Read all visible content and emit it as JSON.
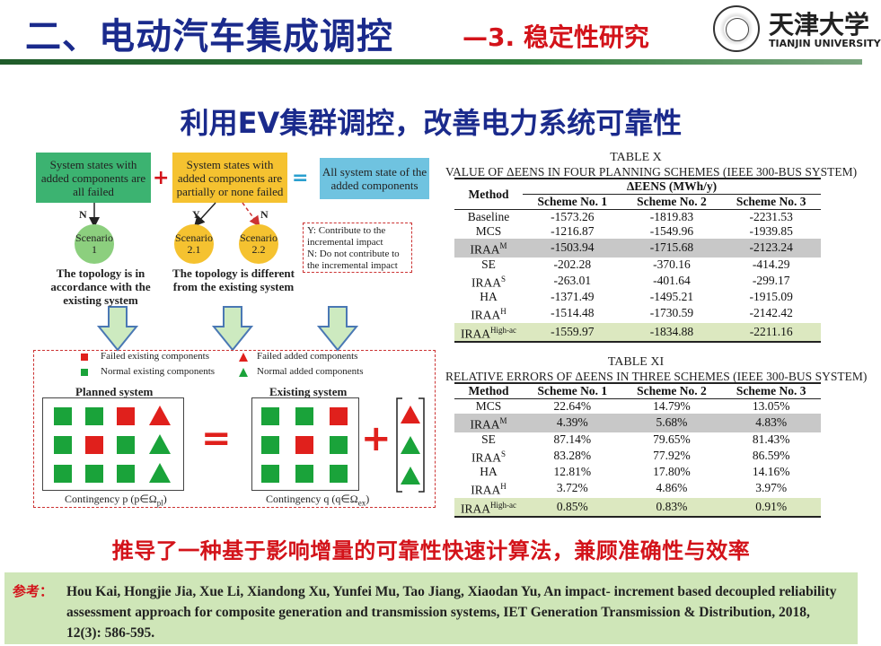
{
  "header": {
    "title_main": "二、电动汽车集成调控",
    "title_sub": "—3. 稳定性研究",
    "logo_cn": "天津大学",
    "logo_en": "TIANJIN UNIVERSITY"
  },
  "subtitle": "利用EV集群调控，改善电力系统可靠性",
  "diagram": {
    "box_failed": "System states with added components are all failed",
    "box_partial": "System states with added components are partially or none failed",
    "box_all": "All system state of the added components",
    "plus": "+",
    "equals": "=",
    "label_n1": "N",
    "label_y": "Y",
    "label_n2": "N",
    "scenario1": "Scenario 1",
    "scenario21": "Scenario 2.1",
    "scenario22": "Scenario 2.2",
    "topo_same": "The topology is in accordance with the existing system",
    "topo_diff": "The topology is different from the existing system",
    "legend_y": "Y: Contribute to the incremental impact",
    "legend_n": "N: Do not contribute to the incremental impact",
    "leg_failed_existing": "Failed existing components",
    "leg_failed_added": "Failed added components",
    "leg_normal_existing": "Normal existing components",
    "leg_normal_added": "Normal added components",
    "planned_system": "Planned system",
    "existing_system": "Existing system",
    "contingency_p": "Contingency p (p∈Ω",
    "contingency_p_sub": "pl",
    "contingency_q": "Contingency q (q∈Ω",
    "contingency_q_sub": "ex",
    "paren": ")",
    "eq_big": "=",
    "plus_big": "+"
  },
  "colors": {
    "green": "#1aa33a",
    "red": "#e0201c",
    "title_blue": "#1a2a8c",
    "accent_red": "#d3131a"
  },
  "table1": {
    "caption": "TABLE X",
    "title": "VALUE OF ΔEENS IN FOUR PLANNING SCHEMES (IEEE 300-BUS SYSTEM)",
    "col_method": "Method",
    "col_group": "ΔEENS (MWh/y)",
    "cols": [
      "Scheme No. 1",
      "Scheme No. 2",
      "Scheme No. 3"
    ],
    "rows": [
      {
        "m": "Baseline",
        "sup": "",
        "v": [
          "-1573.26",
          "-1819.83",
          "-2231.53"
        ]
      },
      {
        "m": "MCS",
        "sup": "",
        "v": [
          "-1216.87",
          "-1549.96",
          "-1939.85"
        ]
      },
      {
        "m": "IRAA",
        "sup": "M",
        "v": [
          "-1503.94",
          "-1715.68",
          "-2123.24"
        ]
      },
      {
        "m": "SE",
        "sup": "",
        "v": [
          "-202.28",
          "-370.16",
          "-414.29"
        ]
      },
      {
        "m": "IRAA",
        "sup": "S",
        "v": [
          "-263.01",
          "-401.64",
          "-299.17"
        ]
      },
      {
        "m": "HA",
        "sup": "",
        "v": [
          "-1371.49",
          "-1495.21",
          "-1915.09"
        ]
      },
      {
        "m": "IRAA",
        "sup": "H",
        "v": [
          "-1514.48",
          "-1730.59",
          "-2142.42"
        ]
      },
      {
        "m": "IRAA",
        "sup": "High-ac",
        "v": [
          "-1559.97",
          "-1834.88",
          "-2211.16"
        ]
      }
    ]
  },
  "table2": {
    "caption": "TABLE XI",
    "title": "RELATIVE ERRORS OF ΔEENS IN THREE SCHEMES (IEEE 300-BUS SYSTEM)",
    "col_method": "Method",
    "cols": [
      "Scheme No. 1",
      "Scheme No. 2",
      "Scheme No. 3"
    ],
    "rows": [
      {
        "m": "MCS",
        "sup": "",
        "v": [
          "22.64%",
          "14.79%",
          "13.05%"
        ]
      },
      {
        "m": "IRAA",
        "sup": "M",
        "v": [
          "4.39%",
          "5.68%",
          "4.83%"
        ]
      },
      {
        "m": "SE",
        "sup": "",
        "v": [
          "87.14%",
          "79.65%",
          "81.43%"
        ]
      },
      {
        "m": "IRAA",
        "sup": "S",
        "v": [
          "83.28%",
          "77.92%",
          "86.59%"
        ]
      },
      {
        "m": "HA",
        "sup": "",
        "v": [
          "12.81%",
          "17.80%",
          "14.16%"
        ]
      },
      {
        "m": "IRAA",
        "sup": "H",
        "v": [
          "3.72%",
          "4.86%",
          "3.97%"
        ]
      },
      {
        "m": "IRAA",
        "sup": "High-ac",
        "v": [
          "0.85%",
          "0.83%",
          "0.91%"
        ]
      }
    ]
  },
  "conclusion": "推导了一种基于影响增量的可靠性快速计算法，兼顾准确性与效率",
  "reference": {
    "label": "参考：",
    "text": "Hou Kai, Hongjie Jia, Xue Li, Xiandong Xu, Yunfei Mu, Tao Jiang, Xiaodan Yu, An impact- increment based decoupled reliability assessment approach for composite generation and transmission systems, IET Generation Transmission & Distribution, 2018, 12(3): 586-595."
  }
}
